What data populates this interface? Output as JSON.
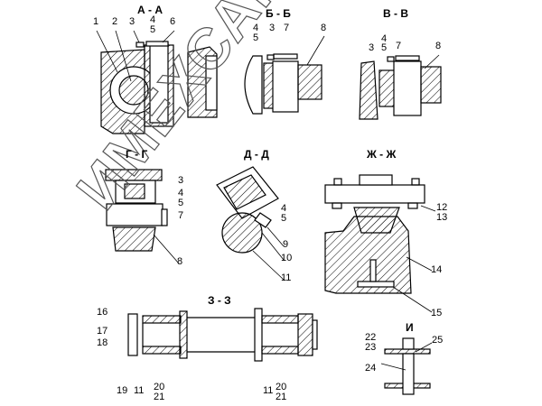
{
  "watermark": "ИМЕХСАМОТОR.RU",
  "sections": {
    "aa": {
      "title": "А - А",
      "labels": [
        "1",
        "2",
        "3",
        "4",
        "5",
        "6"
      ]
    },
    "bb": {
      "title": "Б - Б",
      "labels": [
        "4",
        "5",
        "3",
        "7",
        "8"
      ]
    },
    "vv": {
      "title": "В - В",
      "labels": [
        "4",
        "3",
        "5",
        "7",
        "8"
      ]
    },
    "gg": {
      "title": "Г - Г",
      "labels": [
        "3",
        "4",
        "5",
        "7",
        "8"
      ]
    },
    "dd": {
      "title": "Д - Д",
      "labels": [
        "4",
        "5",
        "9",
        "10",
        "11"
      ]
    },
    "zhzh": {
      "title": "Ж - Ж",
      "labels": [
        "12",
        "13",
        "14",
        "15"
      ]
    },
    "zz": {
      "title": "З - З",
      "labels": [
        "16",
        "17",
        "18",
        "19",
        "11",
        "20",
        "21",
        "11",
        "20",
        "21"
      ]
    },
    "i": {
      "title": "И",
      "labels": [
        "22",
        "23",
        "25",
        "24"
      ]
    }
  }
}
